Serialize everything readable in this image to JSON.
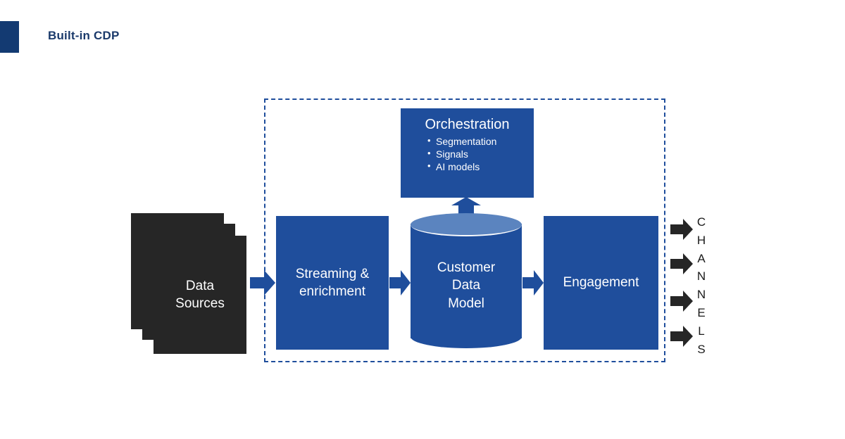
{
  "header": {
    "title": "Built-in CDP",
    "accent_color": "#133a72",
    "title_color": "#1b3a6b"
  },
  "theme": {
    "primary_blue": "#1f4e9c",
    "light_blue": "#5b84bf",
    "dark_card": "#262626",
    "arrow_dark": "#262626",
    "boundary_dashed": "#1f4e9c",
    "background": "#ffffff"
  },
  "diagram": {
    "boundary": {
      "name": "CDP boundary",
      "style": "dashed"
    },
    "data_sources": {
      "label": "Data\nSources",
      "line1": "Data",
      "line2": "Sources",
      "card_count": 3
    },
    "streaming": {
      "line1": "Streaming &",
      "line2": "enrichment"
    },
    "customer_data_model": {
      "line1": "Customer",
      "line2": "Data",
      "line3": "Model"
    },
    "engagement": {
      "label": "Engagement"
    },
    "orchestration": {
      "title": "Orchestration",
      "bullets": [
        "Segmentation",
        "Signals",
        "AI models"
      ]
    },
    "channels": {
      "label": "CHANNELS",
      "letters": [
        "C",
        "H",
        "A",
        "N",
        "N",
        "E",
        "L",
        "S"
      ],
      "arrow_count": 4
    },
    "flow_arrows": [
      {
        "name": "sources-to-streaming",
        "direction": "right"
      },
      {
        "name": "streaming-to-cdm",
        "direction": "right"
      },
      {
        "name": "cdm-to-engagement",
        "direction": "right"
      },
      {
        "name": "orchestration-to-cdm",
        "direction": "up-down"
      }
    ]
  }
}
